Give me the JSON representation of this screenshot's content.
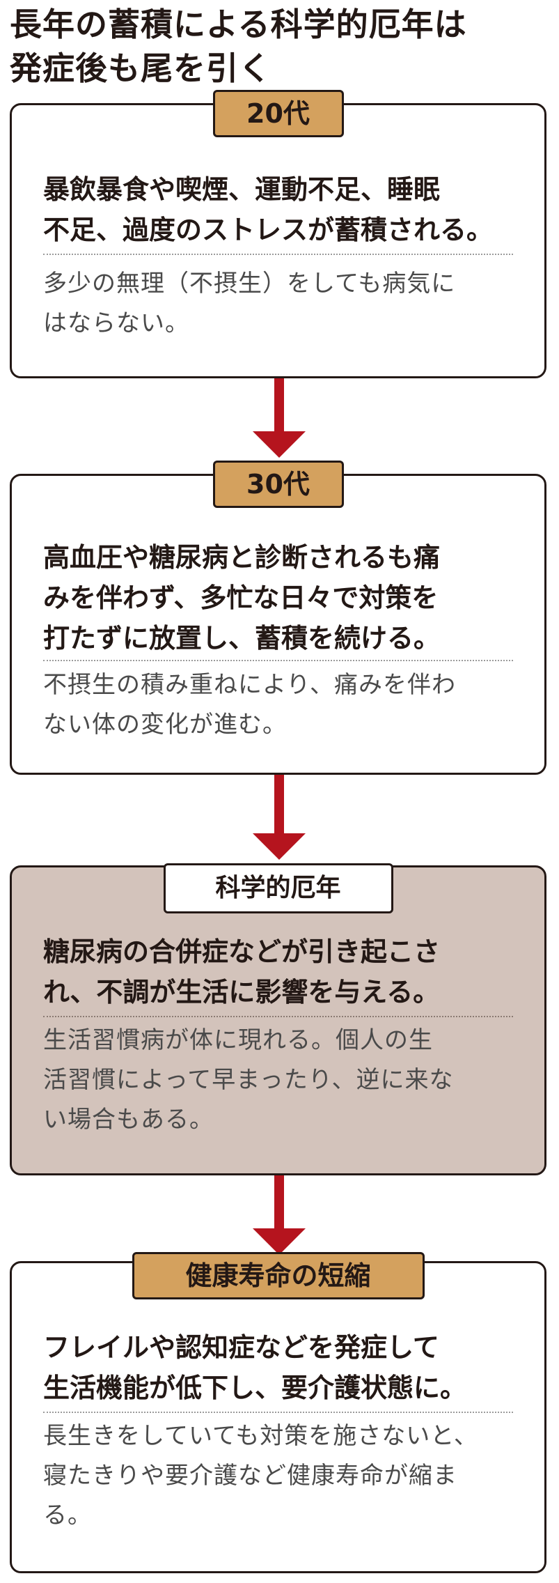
{
  "title": {
    "line1": "長年の蓄積による科学的厄年は",
    "line2": "発症後も尾を引く"
  },
  "stages": [
    {
      "tag": "20代",
      "heading": [
        "暴飲暴食や喫煙、運動不足、睡眠",
        "不足、過度のストレスが蓄積される。"
      ],
      "body": [
        "多少の無理（不摂生）をしても病気に",
        "はならない。"
      ]
    },
    {
      "tag": "30代",
      "heading": [
        "高血圧や糖尿病と診断されるも痛",
        "みを伴わず、多忙な日々で対策を",
        "打たずに放置し、蓄積を続ける。"
      ],
      "body": [
        "不摂生の積み重ねにより、痛みを伴わ",
        "ない体の変化が進む。"
      ]
    },
    {
      "tag": "科学的厄年",
      "heading": [
        "糖尿病の合併症などが引き起こさ",
        "れ、不調が生活に影響を与える。"
      ],
      "body": [
        "生活習慣病が体に現れる。個人の生",
        "活習慣によって早まったり、逆に来な",
        "い場合もある。"
      ]
    },
    {
      "tag": "健康寿命の短縮",
      "heading": [
        "フレイルや認知症などを発症して",
        "生活機能が低下し、要介護状態に。"
      ],
      "body": [
        "長生きをしていても対策を施さないと、",
        "寝たきりや要介護など健康寿命が縮ま",
        "る。"
      ]
    }
  ],
  "colors": {
    "tag_gold": "#d4a15e",
    "highlight_box": "#d3c3bb",
    "arrow": "#b5141e",
    "text": "#231815"
  }
}
